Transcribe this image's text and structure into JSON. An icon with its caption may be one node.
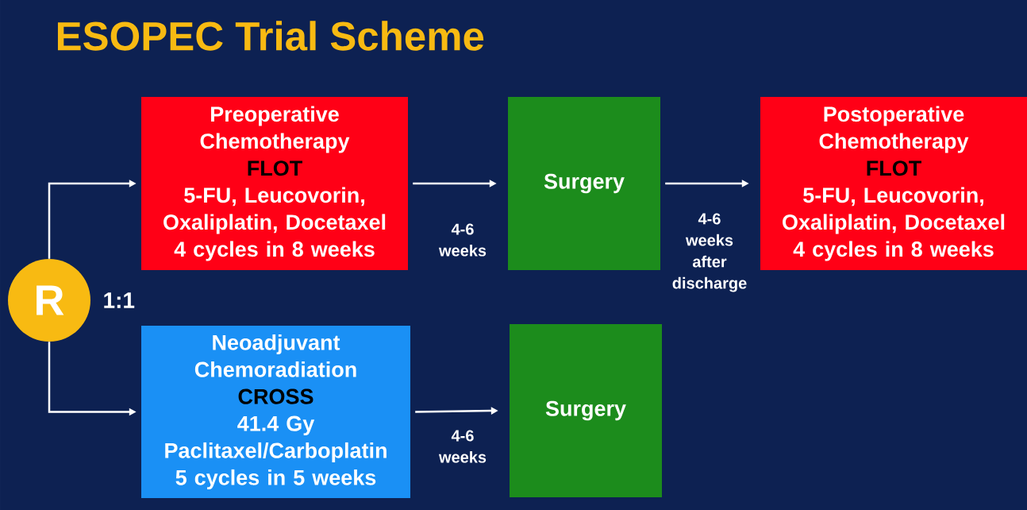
{
  "diagram": {
    "title": "ESOPEC Trial Scheme",
    "nodes": [
      {
        "text": [
          "Preoperative Chemotherapy",
          "FLOT",
          "5-FU, Leucovorin, Oxaliplatin, Docetaxel",
          "4 cycles in 8 weeks"
        ]
      },
      {
        "text": [
          "Surgery"
        ]
      },
      {
        "text": [
          "Postoperative Chemotherapy",
          "FLOT",
          "5-FU, Leucovorin, Oxaliplatin, Docetaxel",
          "4 cycles in 8 weeks"
        ]
      },
      {
        "text": [
          "R"
        ],
        "beside": [
          "1:1"
        ]
      },
      {
        "text": [
          "Neoadjuvant Chemoradiation",
          "CROSS",
          "41.4 Gy",
          "Paclitaxel/Carboplatin",
          "5 cycles in 5 weeks"
        ]
      },
      {
        "text": [
          "Surgery"
        ]
      }
    ],
    "edges": [
      {
        "from": 3,
        "to": 0,
        "arrow": "to"
      },
      {
        "from": 0,
        "to": 1,
        "arrow": "to",
        "label": "4-6 weeks"
      },
      {
        "from": 1,
        "to": 2,
        "arrow": "to",
        "label": "4-6 weeks after discharge"
      },
      {
        "from": 3,
        "to": 4,
        "arrow": "to"
      },
      {
        "from": 4,
        "to": 5,
        "arrow": "to",
        "label": "4-6 weeks"
      }
    ]
  }
}
